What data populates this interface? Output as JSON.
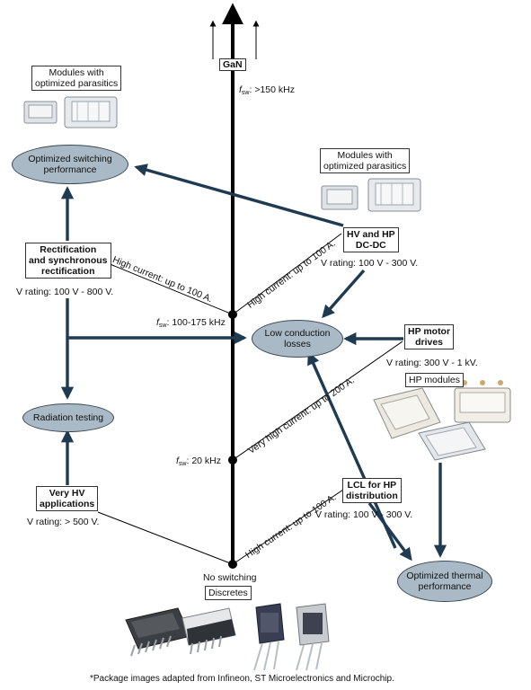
{
  "axis": {
    "top_label": "GaN",
    "fsw_high": ": >150 kHz",
    "fsw_mid": ": 100-175 kHz",
    "fsw_low": ": 20 kHz",
    "bottom_label_1": "No switching",
    "bottom_label_2": "Discretes",
    "f_symbol": "f",
    "sw_subscript": "sw"
  },
  "nodes": {
    "modules_left": [
      "Modules with",
      "optimized parasitics"
    ],
    "modules_right": [
      "Modules with",
      "optimized parasitics"
    ],
    "opt_switching": [
      "Optimized switching",
      "performance"
    ],
    "rectification": [
      "Rectification",
      "and synchronous",
      "rectification"
    ],
    "rectification_v": "V rating: 100 V - 800 V.",
    "hv_hp_dcdc": [
      "HV and HP",
      "DC-DC"
    ],
    "hv_hp_dcdc_v": "V rating: 100 V - 300 V.",
    "low_conduction": [
      "Low conduction",
      "losses"
    ],
    "hp_motor": [
      "HP motor",
      "drives"
    ],
    "hp_motor_v": "V rating: 300 V - 1 kV.",
    "hp_modules": "HP modules",
    "radiation": "Radiation testing",
    "very_hv": [
      "Very HV",
      "applications"
    ],
    "very_hv_v": "V rating: > 500 V.",
    "lcl": [
      "LCL for HP",
      "distribution"
    ],
    "lcl_v": "V rating: 100 V - 300 V.",
    "opt_thermal": [
      "Optimized thermal",
      "performance"
    ]
  },
  "edge_labels": {
    "rect_line": "High current: up to 100 A.",
    "dcdc_line": "High current: up to 100 A.",
    "motor_line": "Very high current: up to 200 A.",
    "lcl_line": "High current: up to 100 A."
  },
  "footnote": "*Package images adapted from Infineon, ST Microelectronics and Microchip.",
  "colors": {
    "arrow": "#1f3b52",
    "ellipse_fill": "#a9b9c6",
    "axis": "#000000"
  }
}
